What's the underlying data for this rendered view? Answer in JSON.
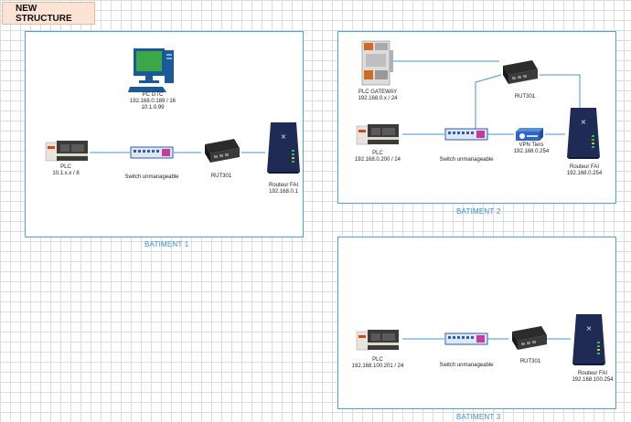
{
  "title": "NEW STRUCTURE",
  "buildings": {
    "b1": {
      "name": "BATIMENT 1",
      "pc": {
        "name": "PC GTC",
        "ip1": "192.168.0.189 / 16",
        "ip2": "10.1.0.99"
      },
      "plc": {
        "name": "PLC",
        "ip": "10.1.x.x / 8"
      },
      "switch": {
        "name": "Switch unmanageable"
      },
      "rut": {
        "name": "RUT301"
      },
      "router": {
        "name": "Routeur FAI",
        "ip": "192.168.0.1"
      }
    },
    "b2": {
      "name": "BATIMENT 2",
      "gateway": {
        "name": "PLC GATEWAY",
        "ip": "192.168.0.x / 24"
      },
      "plc": {
        "name": "PLC",
        "ip": "192.168.0.200 / 24"
      },
      "switch": {
        "name": "Switch unmanageable"
      },
      "rut": {
        "name": "RUT301"
      },
      "vpn": {
        "name": "VPN Tiers",
        "ip": "192.168.0.254"
      },
      "router": {
        "name": "Routeur FAI",
        "ip": "192.168.0.254"
      }
    },
    "b3": {
      "name": "BATIMENT 3",
      "plc": {
        "name": "PLC",
        "ip": "192.168.100.201 / 24"
      },
      "switch": {
        "name": "Switch unmanageable"
      },
      "rut": {
        "name": "RUT301"
      },
      "router": {
        "name": "Routeur FAI",
        "ip": "192.168.100.254"
      }
    }
  },
  "colors": {
    "frame": "#4ea3dc",
    "wire": "#3d9ad6",
    "title_bg": "#fbe3d6",
    "label": "#3a8fd0"
  }
}
